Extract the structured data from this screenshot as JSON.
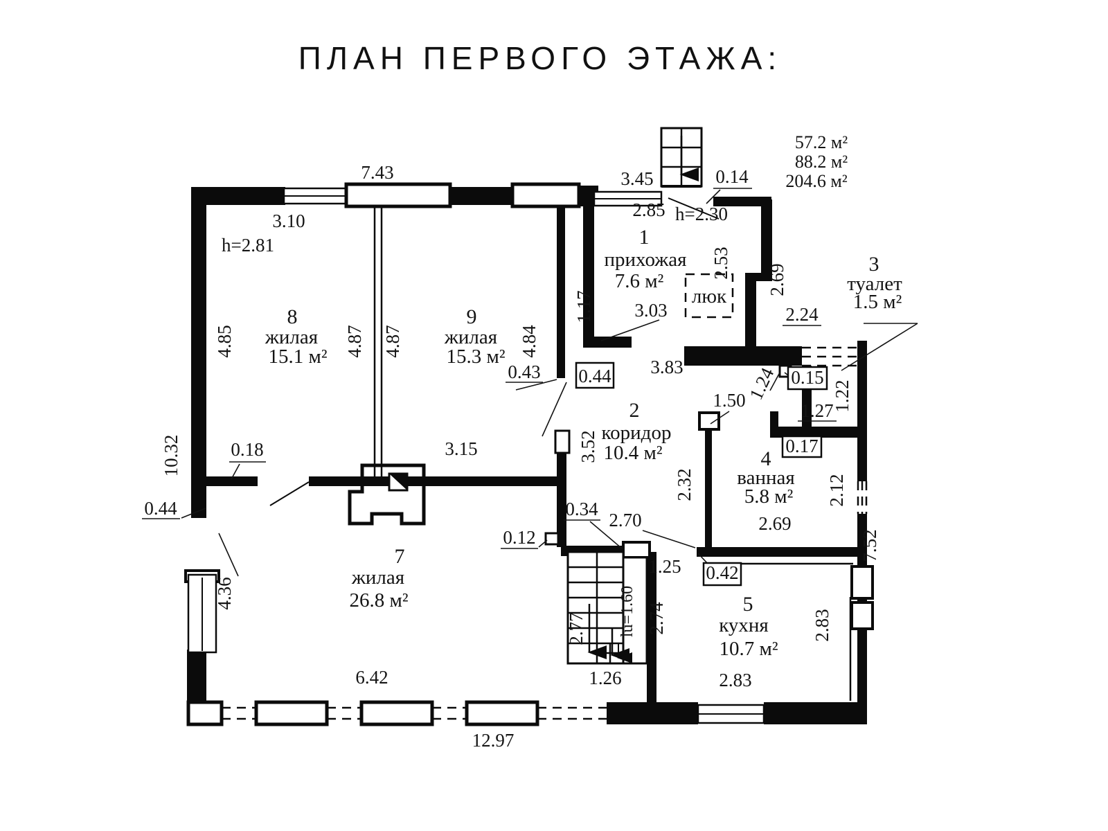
{
  "title": "ПЛАН ПЕРВОГО ЭТАЖА:",
  "summary_areas": {
    "a1": "57.2 м²",
    "a2": "88.2 м²",
    "a3": "204.6 м²"
  },
  "rooms": {
    "r1": {
      "number": "1",
      "name": "прихожая",
      "area": "7.6 м²"
    },
    "r2": {
      "number": "2",
      "name": "коридор",
      "area": "10.4 м²"
    },
    "r3": {
      "number": "3",
      "name": "туалет",
      "area": "1.5 м²"
    },
    "r4": {
      "number": "4",
      "name": "ванная",
      "area": "5.8 м²"
    },
    "r5": {
      "number": "5",
      "name": "кухня",
      "area": "10.7 м²"
    },
    "r7": {
      "number": "7",
      "name": "жилая",
      "area": "26.8 м²"
    },
    "r8": {
      "number": "8",
      "name": "жилая",
      "area": "15.1 м²"
    },
    "r9": {
      "number": "9",
      "name": "жилая",
      "area": "15.3 м²"
    }
  },
  "annotations": {
    "hatch": "люк",
    "height_room8": "h=2.81",
    "height_hall": "h=2.30",
    "stair_width": "lu=1.60"
  },
  "dimensions": {
    "top_width": "7.43",
    "room8_top": "3.10",
    "porch_window": "3.45",
    "wall_014": "0.14",
    "hall_window": "2.85",
    "hall_depth": "2.53",
    "hall_right": "2.69",
    "hall_door": "3.03",
    "toilet_window": "2.24",
    "wall_117": "1.17",
    "room8_left": "4.85",
    "room8_right": "4.87",
    "room9_left": "4.87",
    "room9_right": "4.84",
    "wall_043": "0.43",
    "wall_044_mid": "0.44",
    "hall_bottom": "3.83",
    "wall_124": "1.24",
    "wall_015": "0.15",
    "toilet_height": "1.22",
    "bath_door": "1.50",
    "wall_127": "1.27",
    "wall_017": "0.17",
    "corridor_height": "3.52",
    "room9_bottom": "3.15",
    "left_height": "10.32",
    "wall_018": "0.18",
    "bath_left": "2.32",
    "bath_window": "2.12",
    "wall_044_left": "0.44",
    "bath_bottom": "2.69",
    "right_height": "7.52",
    "wall_034": "0.34",
    "stairs_top": "2.70",
    "wall_012": "0.12",
    "kitchen_door": "1.25",
    "wall_042": "0.42",
    "left_window": "4.36",
    "stairs_height": "2.77",
    "stairs_right": "2.74",
    "kitchen_right": "2.83",
    "stairs_bottom": "1.26",
    "kitchen_bottom": "2.83",
    "veranda_width": "6.42",
    "total_width": "12.97"
  }
}
